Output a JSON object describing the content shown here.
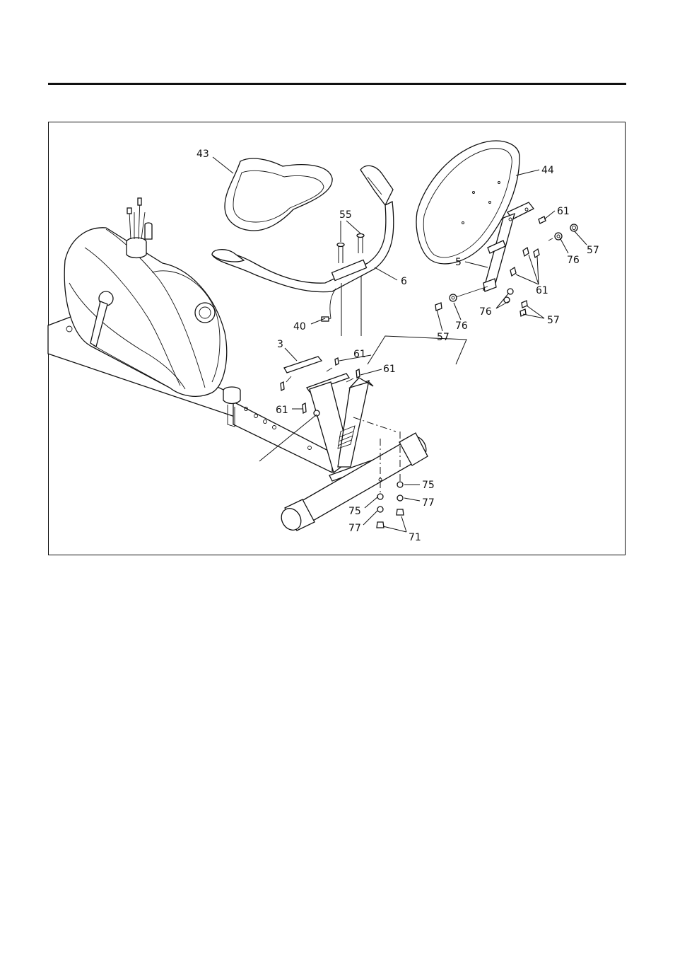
{
  "labels": {
    "seat": "43",
    "backrest": "44",
    "bolts_top": "55",
    "handlebar": "6",
    "screw_right_top": "61",
    "washer_right": "76",
    "nut_right": "57",
    "seat_post_bracket": "5",
    "screws_right_mid": "61",
    "cable": "40",
    "seat_frame": "3",
    "screw_a": "61",
    "screw_b": "61",
    "screw_c": "61",
    "washers_mid": "76",
    "nuts_mid": "57",
    "nut_left": "57",
    "washer_left": "76",
    "washer_bottom_right": "75",
    "lock_washer_bottom_right": "77",
    "washer_bottom_left": "75",
    "lock_washer_bottom_left": "77",
    "nuts_bottom": "71"
  }
}
